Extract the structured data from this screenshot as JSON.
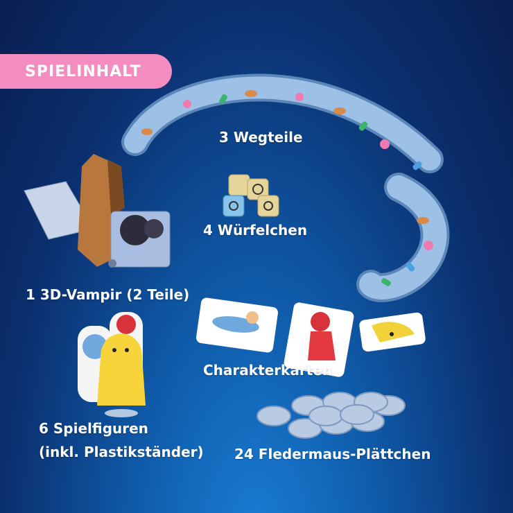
{
  "header": {
    "badge": "SPIELINHALT"
  },
  "items": {
    "path_tiles": "3 Wegteile",
    "dice": "4 Würfelchen",
    "vampire": "1 3D-Vampir (2 Teile)",
    "character_cards": "Charakterkarten",
    "figures_line1": "6 Spielfiguren",
    "figures_line2": "(inkl. Plastikständer)",
    "bat_tokens": "24 Fledermaus-Plättchen"
  },
  "colors": {
    "badge": "#f38cbf",
    "background": "#0f5aa8",
    "tile": "#8fb6e0"
  }
}
